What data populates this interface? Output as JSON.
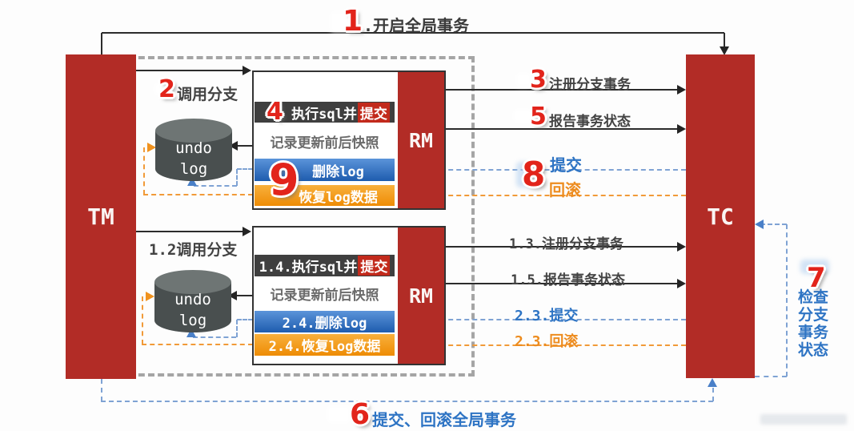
{
  "nodes": {
    "tm": "TM",
    "tc": "TC",
    "rm_upper": "RM",
    "rm_lower": "RM"
  },
  "steps": {
    "begin": {
      "num": "1",
      "label": ".开启全局事务"
    },
    "call_upper": {
      "num": "2",
      "label": "调用分支"
    },
    "register_upper": {
      "num": "3",
      "label": "注册分支事务"
    },
    "exec_upper": {
      "num": "4",
      "label": "执行sql并",
      "chip": "提交"
    },
    "report_upper": {
      "num": "5",
      "label": "报告事务状态"
    },
    "snapshot_upper": "记录更新前后快照",
    "undo_upper": [
      "undo",
      "log"
    ],
    "commit_upper": {
      "num": "8",
      "label": "提交"
    },
    "rollback_upper": "回滚",
    "cleanup_upper": {
      "num": "9",
      "delete": "删除log",
      "restore": "恢复log数据"
    },
    "call_lower": "1.2调用分支",
    "register_lower": "1.3.注册分支事务",
    "exec_lower": {
      "label": "1.4.执行sql并",
      "chip": "提交"
    },
    "report_lower": "1.5.报告事务状态",
    "snapshot_lower": "记录更新前后快照",
    "undo_lower": [
      "undo",
      "log"
    ],
    "commit_lower": "2.3.提交",
    "rollback_lower": "2.3.回滚",
    "delete_lower": "2.4.删除log",
    "restore_lower": "2.4.恢复log数据",
    "global_finish": {
      "num": "6",
      "label": "提交、回滚全局事务"
    },
    "check": {
      "num": "7",
      "lines": [
        "检查",
        "分支",
        "事务",
        "状态"
      ]
    }
  },
  "colors": {
    "node_red": "#b22c26",
    "number_red": "#e2241b",
    "commit_blue": "#2e74c4",
    "rollback_orange": "#ed8c1f",
    "delete_bar_blue": "#1e5cae",
    "restore_bar_orange": "#ee8c05",
    "exec_bar_dark": "#3f3f3f"
  }
}
